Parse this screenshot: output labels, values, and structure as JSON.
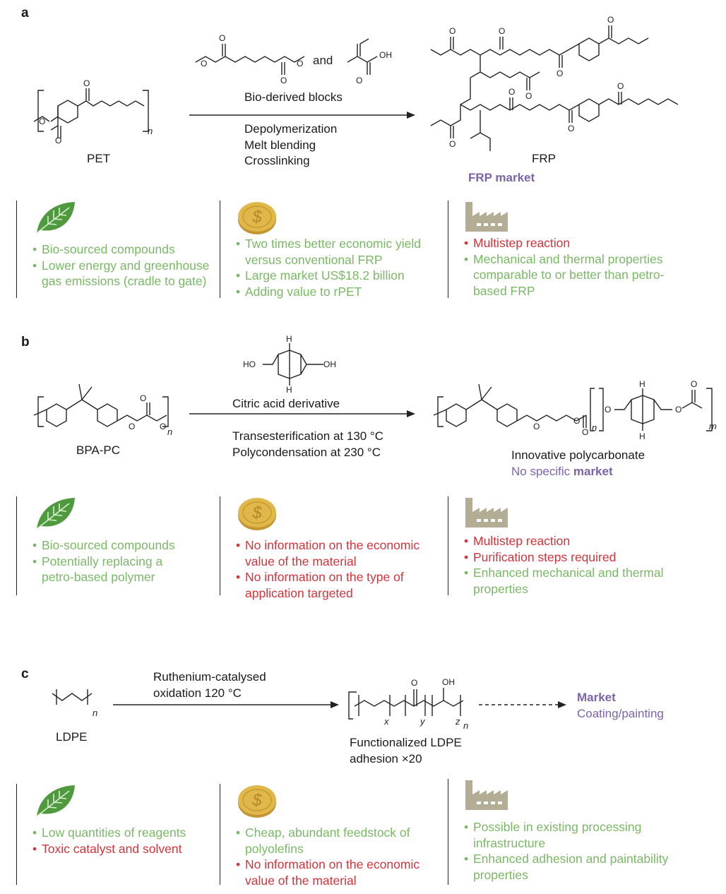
{
  "panels": [
    {
      "letter": "a",
      "reactant": "PET",
      "reactant_sub": "n",
      "reagent_and": "and",
      "reagent_oh": "OH",
      "above_arrow": "Bio-derived blocks",
      "below_arrow": [
        "Depolymerization",
        "Melt blending",
        "Crosslinking"
      ],
      "product": "FRP",
      "market_bold": "FRP market",
      "eco": [
        {
          "text": "Bio-sourced compounds",
          "tone": "good"
        },
        {
          "text": "Lower energy and greenhouse gas emissions (cradle to gate)",
          "tone": "good"
        }
      ],
      "economy": [
        {
          "text": "Two times better economic yield versus conventional FRP",
          "tone": "good"
        },
        {
          "text": "Large market US$18.2 billion",
          "tone": "good"
        },
        {
          "text": "Adding value to rPET",
          "tone": "good"
        }
      ],
      "industry": [
        {
          "text": "Multistep reaction",
          "tone": "bad"
        },
        {
          "text": "Mechanical and thermal properties comparable to or better than petro-based FRP",
          "tone": "good"
        }
      ]
    },
    {
      "letter": "b",
      "reactant": "BPA-PC",
      "reactant_sub": "n",
      "reagent_ho": "HO",
      "reagent_oh": "OH",
      "reagent_h": "H",
      "above_arrow": "Citric acid derivative",
      "below_arrow": [
        "Transesterification at 130 °C",
        "Polycondensation at 230 °C"
      ],
      "product": "Innovative polycarbonate",
      "product_sub_n": "n",
      "product_sub_m": "m",
      "market_plain": "No specific ",
      "market_bold": "market",
      "eco": [
        {
          "text": "Bio-sourced compounds",
          "tone": "good"
        },
        {
          "text": "Potentially replacing a petro-based polymer",
          "tone": "good"
        }
      ],
      "economy": [
        {
          "text": "No information on the economic value of the material",
          "tone": "bad"
        },
        {
          "text": "No information on the type of application targeted",
          "tone": "bad"
        }
      ],
      "industry": [
        {
          "text": "Multistep reaction",
          "tone": "bad"
        },
        {
          "text": "Purification steps required",
          "tone": "bad"
        },
        {
          "text": "Enhanced mechanical and thermal properties",
          "tone": "good"
        }
      ]
    },
    {
      "letter": "c",
      "reactant": "LDPE",
      "reactant_sub": "n",
      "above_arrow": [
        "Ruthenium-catalysed",
        "oxidation 120 °C"
      ],
      "product": [
        "Functionalized LDPE",
        "adhesion ×20"
      ],
      "product_oh": "OH",
      "product_subs": [
        "x",
        "y",
        "z",
        "n"
      ],
      "market_bold": "Market",
      "market_plain": "Coating/painting",
      "eco": [
        {
          "text": "Low quantities of reagents",
          "tone": "good"
        },
        {
          "text": "Toxic catalyst and solvent",
          "tone": "bad"
        }
      ],
      "economy": [
        {
          "text": "Cheap, abundant feedstock of polyolefins",
          "tone": "good"
        },
        {
          "text": "No information on the economic value of the material",
          "tone": "bad"
        }
      ],
      "industry": [
        {
          "text": "Possible in existing processing infrastructure",
          "tone": "good"
        },
        {
          "text": "Enhanced adhesion and paintability properties",
          "tone": "good"
        }
      ]
    }
  ],
  "icons": {
    "eco": "leaf-icon",
    "economy": "dollar-coin-icon",
    "industry": "factory-icon"
  },
  "colors": {
    "good": "#7ab866",
    "bad": "#d2343c",
    "market": "#7b64a8",
    "leaf": "#4f9a3f",
    "coin": "#d7ab3a",
    "factory": "#b3ad96"
  }
}
